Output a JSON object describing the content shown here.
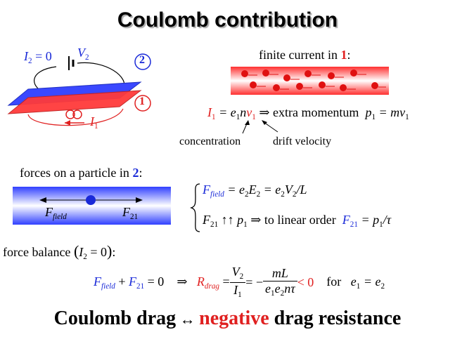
{
  "title": "Coulomb contribution",
  "setup": {
    "i2_zero": "I",
    "i2_sub": "2",
    "i2_eq": " = 0",
    "v2": "V",
    "v2_sub": "2",
    "layer2": "2",
    "layer1": "1",
    "i1": "I",
    "i1_sub": "1"
  },
  "current": {
    "heading_text": "finite current in ",
    "heading_num": "1",
    "heading_colon": ":"
  },
  "equation1": {
    "lhs": "I",
    "lhs_sub": "1",
    "rhs": " = e",
    "rhs_sub": "1",
    "n": "n",
    "v": "v",
    "v_sub": "1",
    "implies": " ⇒ ",
    "text": "extra momentum",
    "p": "p",
    "p_sub": "1",
    "p_eq": " = mv",
    "p_eq_sub": "1",
    "label_concentration": "concentration",
    "label_drift": "drift velocity"
  },
  "forces": {
    "heading_text": "forces on a particle in ",
    "heading_num": "2",
    "heading_colon": ":",
    "f_field": "F",
    "f_field_sub": "field",
    "f21": "F",
    "f21_sub": "21",
    "line1": " = e",
    "line1_sub": "2",
    "line1_b": "E",
    "line1_b_sub": "2",
    "line1_c": " = e",
    "line1_c_sub": "2",
    "line1_d": "V",
    "line1_d_sub": "2",
    "line1_e": "/L",
    "line2_arrows": " ↑↑ ",
    "line2_p": "p",
    "line2_p_sub": "1",
    "line2_implies": " ⇒ ",
    "line2_text": "to linear order",
    "line2_rhs": " = p",
    "line2_rhs_sub": "1",
    "line2_tau": "/τ"
  },
  "balance": {
    "label": "force balance",
    "cond_open": "(",
    "cond": "I",
    "cond_sub": "2",
    "cond_eq": " = 0",
    "cond_close": ")",
    "colon": ":",
    "lhs_plus": " + ",
    "lhs_eq": " = 0",
    "implies": "⇒",
    "r": "R",
    "r_sub": "drag",
    "eq": " = ",
    "num1": "V",
    "num1_sub": "2",
    "den1": "I",
    "den1_sub": "1",
    "eq2": " = −",
    "num2": "mL",
    "den2a": "e",
    "den2a_sub": "1",
    "den2b": "e",
    "den2b_sub": "2",
    "den2c": "nτ",
    "lt0": " < 0",
    "for": "for",
    "cond2": "e",
    "cond2_sub": "1",
    "cond2_eq": " = e",
    "cond2_sub2": "2"
  },
  "bottom": {
    "part1": "Coulomb drag",
    "arrow": " ↔ ",
    "part2": "negative",
    "part3": " drag resistance"
  },
  "colors": {
    "red": "#e02020",
    "blue": "#1a2ad8"
  }
}
